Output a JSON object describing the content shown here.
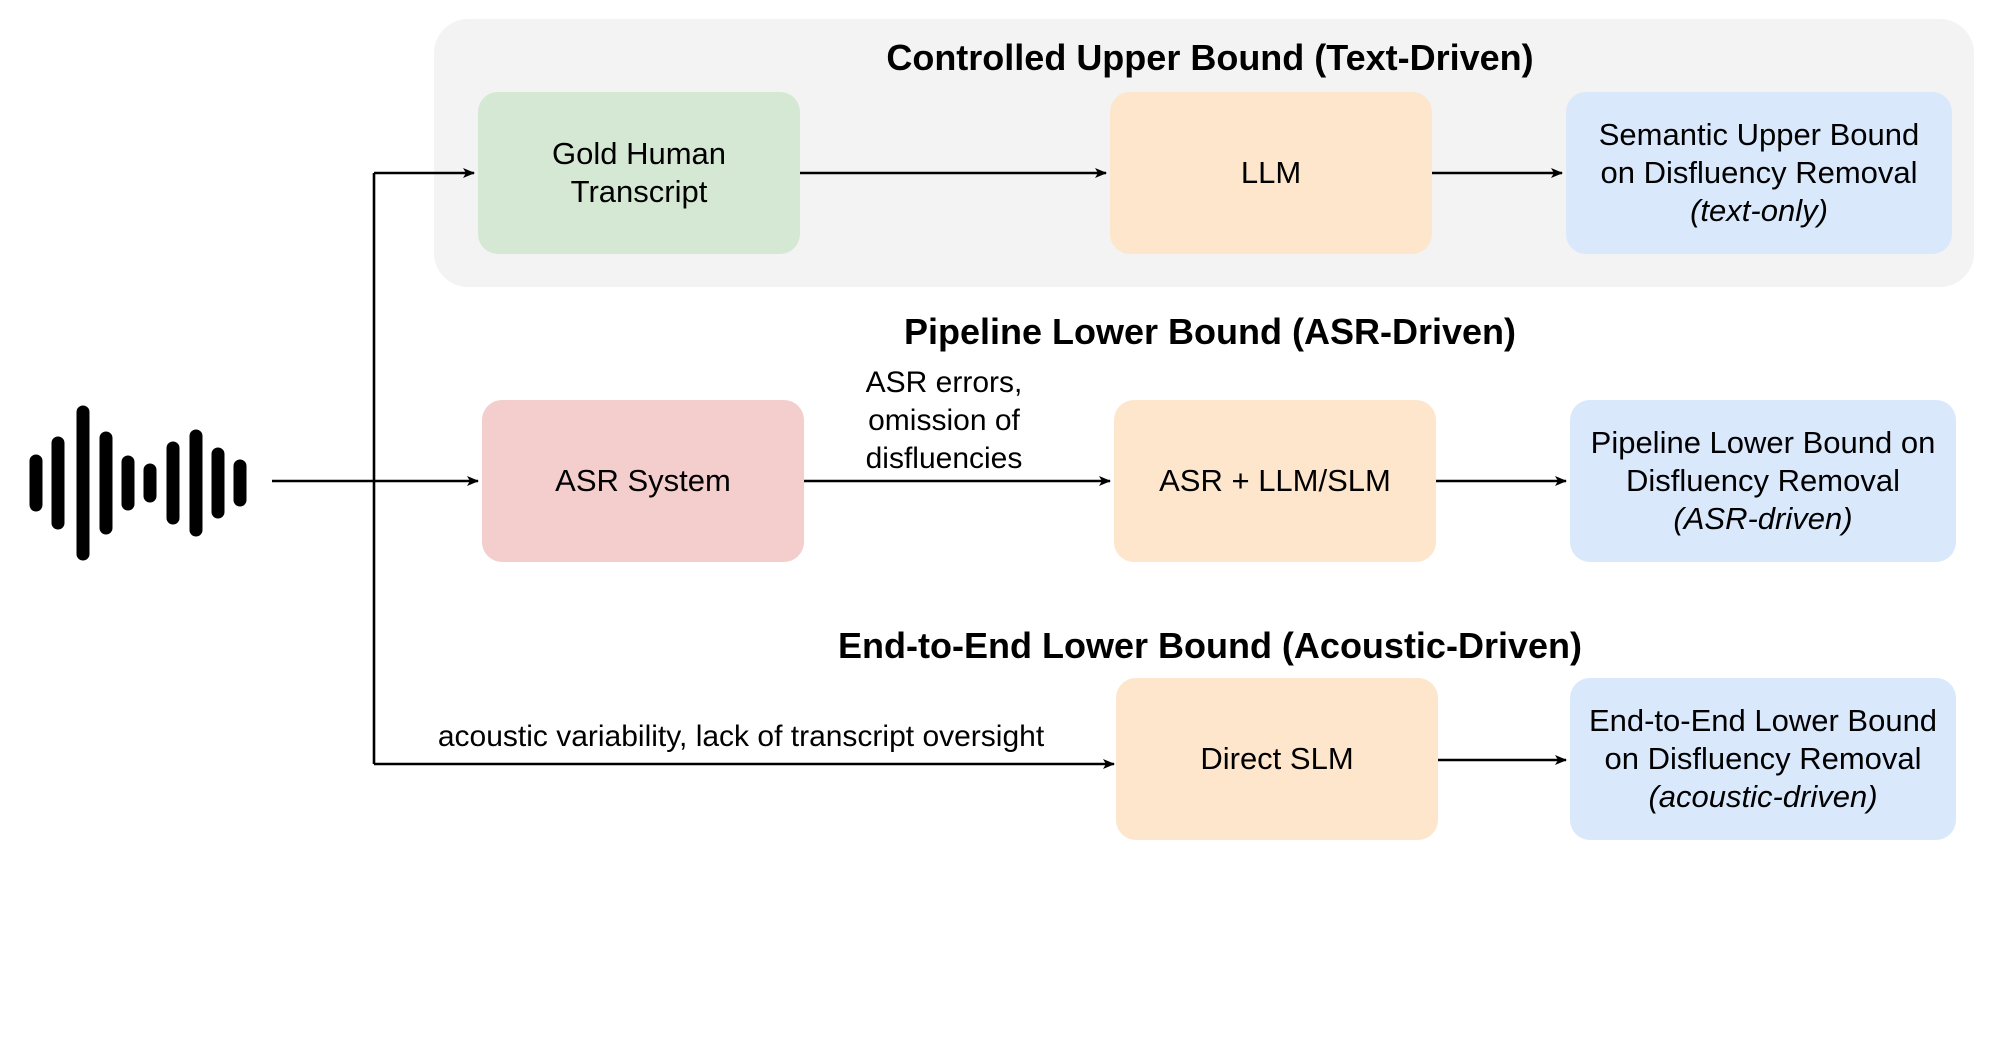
{
  "sections": {
    "upper": {
      "title": "Controlled Upper Bound (Text-Driven)",
      "input_box": [
        "Gold Human",
        "Transcript"
      ],
      "model_box": "LLM",
      "output_box": {
        "lines": [
          "Semantic Upper Bound",
          "on Disfluency Removal"
        ],
        "note": "(text-only)"
      }
    },
    "pipeline": {
      "title": "Pipeline Lower Bound (ASR-Driven)",
      "input_box": "ASR System",
      "edge_label": [
        "ASR errors,",
        "omission of",
        "disfluencies"
      ],
      "model_box": "ASR + LLM/SLM",
      "output_box": {
        "lines": [
          "Pipeline Lower Bound on",
          "Disfluency Removal"
        ],
        "note": "(ASR-driven)"
      }
    },
    "e2e": {
      "title": "End-to-End Lower Bound (Acoustic-Driven)",
      "edge_label": "acoustic variability, lack of transcript oversight",
      "model_box": "Direct SLM",
      "output_box": {
        "lines": [
          "End-to-End Lower Bound",
          "on Disfluency Removal"
        ],
        "note": "(acoustic-driven)"
      }
    }
  },
  "icons": {
    "audio": "audio-waveform-icon"
  },
  "colors": {
    "panel": "#f3f3f3",
    "green_box": "#d5e8d4",
    "orange_box": "#fde6cc",
    "red_box": "#f4cdcd",
    "blue_box": "#dae8fc",
    "line": "#000000"
  }
}
